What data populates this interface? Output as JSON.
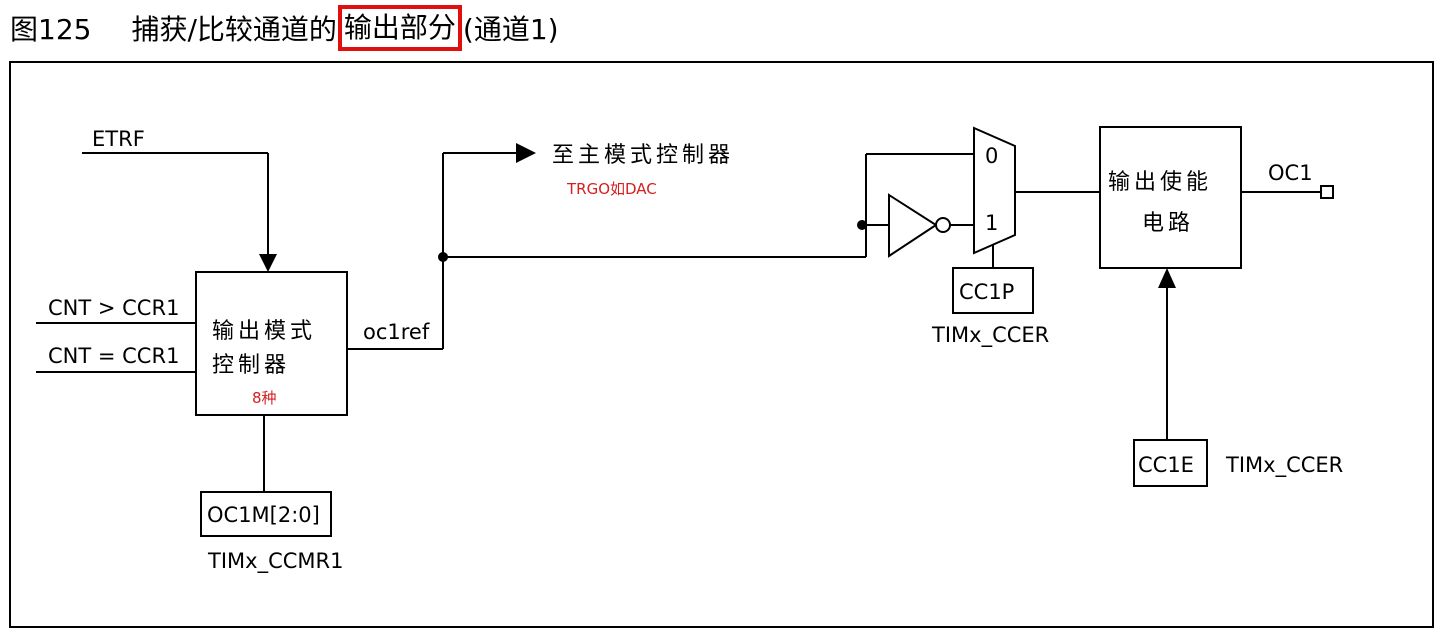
{
  "caption": {
    "figure_number": "图125",
    "title_before": "捕获/比较通道的",
    "title_highlight": "输出部分",
    "title_after": "(通道1)"
  },
  "signals": {
    "etrf": "ETRF",
    "cnt_gt_ccr1": "CNT > CCR1",
    "cnt_eq_ccr1": "CNT = CCR1",
    "oc1ref": "oc1ref",
    "to_master": "至主模式控制器",
    "trgo_note": "TRGO如DAC",
    "oc1": "OC1"
  },
  "blocks": {
    "mode_controller_line1": "输出模式",
    "mode_controller_line2": "控制器",
    "mode_note": "8种",
    "enable_line1": "输出使能",
    "enable_line2": "电路",
    "mux_in0": "0",
    "mux_in1": "1"
  },
  "registers": {
    "oc1m": "OC1M[2:0]",
    "ccmr1": "TIMx_CCMR1",
    "cc1p": "CC1P",
    "ccer_p": "TIMx_CCER",
    "cc1e": "CC1E",
    "ccer_e": "TIMx_CCER"
  },
  "colors": {
    "highlight": "#e01010",
    "note_text": "#d42020"
  }
}
